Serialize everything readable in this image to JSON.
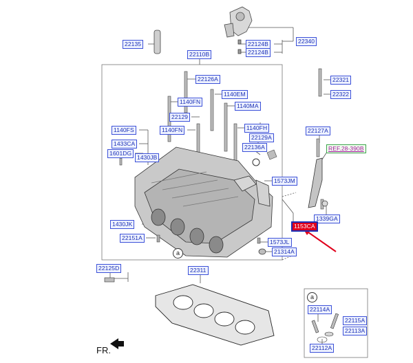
{
  "labels": {
    "p22135": "22135",
    "p22110B": "22110B",
    "p22124B_1": "22124B",
    "p22124B_2": "22124B",
    "p22340": "22340",
    "p22126A": "22126A",
    "p22321": "22321",
    "p22322": "22322",
    "p1140EM": "1140EM",
    "p1140FN_1": "1140FN",
    "p1140MA": "1140MA",
    "p22129": "22129",
    "p1140FS": "1140FS",
    "p1140FN_2": "1140FN",
    "p1140FH": "1140FH",
    "p22127A": "22127A",
    "p22129A": "22129A",
    "p1433CA": "1433CA",
    "p22136A": "22136A",
    "p1601DG": "1601DG",
    "p1430JB": "1430JB",
    "p1573JM": "1573JM",
    "p1339GA": "1339GA",
    "p1430JK": "1430JK",
    "p1153CA": "1153CA",
    "p22151A": "22151A",
    "p1573JL": "1573JL",
    "p21314A": "21314A",
    "p22125D": "22125D",
    "p22311": "22311",
    "p22114A": "22114A",
    "p22115A": "22115A",
    "p22113A": "22113A",
    "p22112A": "22112A"
  },
  "ref_label": "REF.28-390B",
  "detail_marker": "a",
  "front_label": "FR.",
  "colors": {
    "label_text": "#1a2fb5",
    "highlight_fill": "#e0001b",
    "arrow": "#e0001b"
  }
}
